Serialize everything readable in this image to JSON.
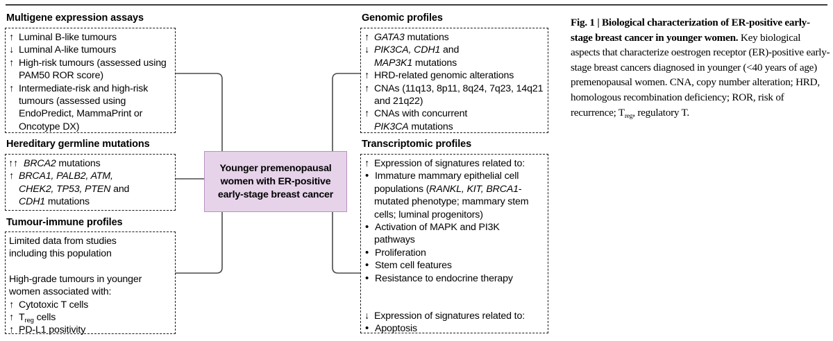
{
  "figure": {
    "centre_node": "Younger premenopausal women with ER-positive early-stage breast cancer",
    "colors": {
      "centre_fill": "#e6d3ea",
      "centre_border": "#b98fc4",
      "box_border": "#1a1a1a",
      "rule": "#3d3d3d",
      "text": "#000000"
    }
  },
  "left_column": [
    {
      "title": "Multigene expression assays",
      "rows": [
        {
          "mark": "↑",
          "text": "Luminal B-like tumours"
        },
        {
          "mark": "↓",
          "text": "Luminal A-like tumours"
        },
        {
          "mark": "↑",
          "text": "High-risk tumours (assessed using"
        },
        {
          "mark": "",
          "text": "PAM50 ROR score)"
        },
        {
          "mark": "↑",
          "text": "Intermediate-risk and high-risk"
        },
        {
          "mark": "",
          "text": "tumours (assessed using"
        },
        {
          "mark": "",
          "text": "EndoPredict, MammaPrint or"
        },
        {
          "mark": "",
          "text": "Oncotype DX)"
        }
      ]
    },
    {
      "title": "Hereditary germline mutations",
      "rows": [
        {
          "mark": "↑↑",
          "text": "BRCA2 mutations",
          "italic_prefix": "BRCA2",
          "rest": " mutations"
        },
        {
          "mark": "↑",
          "text": "BRCA1, PALB2, ATM,",
          "all_italic": true
        },
        {
          "mark": "",
          "text": "CHEK2, TP53, PTEN and",
          "italic_prefix": "CHEK2, TP53, PTEN",
          "rest": " and"
        },
        {
          "mark": "",
          "text": "CDH1 mutations",
          "italic_prefix": "CDH1",
          "rest": " mutations"
        }
      ]
    },
    {
      "title": "Tumour-immune profiles",
      "rows": [
        {
          "mark": "",
          "text": "Limited data from studies"
        },
        {
          "mark": "",
          "text": "including this population"
        },
        {
          "mark": "",
          "text": ""
        },
        {
          "mark": "",
          "text": "High-grade tumours in younger"
        },
        {
          "mark": "",
          "text": "women associated with:"
        },
        {
          "mark": "↑",
          "text": "Cytotoxic T cells"
        },
        {
          "mark": "↑",
          "text": "Treg cells",
          "subscript": {
            "base": "T",
            "sub": "reg",
            "after": " cells"
          }
        },
        {
          "mark": "↑",
          "text": "PD-L1 positivity"
        }
      ]
    }
  ],
  "right_column": [
    {
      "title": "Genomic profiles",
      "rows": [
        {
          "mark": "↑",
          "text": "GATA3 mutations",
          "italic_prefix": "GATA3",
          "rest": " mutations"
        },
        {
          "mark": "↓",
          "text": "PIK3CA, CDH1 and",
          "italic_prefix": "PIK3CA, CDH1",
          "rest": " and"
        },
        {
          "mark": "",
          "text": "MAP3K1 mutations",
          "italic_prefix": "MAP3K1",
          "rest": " mutations"
        },
        {
          "mark": "↑",
          "text": "HRD-related genomic alterations"
        },
        {
          "mark": "↑",
          "text": "CNAs (11q13, 8p11, 8q24, 7q23, 14q21"
        },
        {
          "mark": "",
          "text": "and 21q22)"
        },
        {
          "mark": "↑",
          "text": "CNAs with concurrent"
        },
        {
          "mark": "",
          "text": "PIK3CA mutations",
          "italic_prefix": "PIK3CA",
          "rest": " mutations"
        }
      ]
    },
    {
      "title": "Transcriptomic profiles",
      "rows": [
        {
          "mark": "↑",
          "text": "Expression of signatures related to:"
        },
        {
          "mark": "•",
          "text": "Immature mammary epithelial cell"
        },
        {
          "mark": "",
          "text": "populations (RANKL, KIT, BRCA1-",
          "italic_mid": true
        },
        {
          "mark": "",
          "text": "mutated phenotype; mammary stem"
        },
        {
          "mark": "",
          "text": "cells; luminal progenitors)"
        },
        {
          "mark": "•",
          "text": "Activation of MAPK and PI3K"
        },
        {
          "mark": "",
          "text": "pathways"
        },
        {
          "mark": "•",
          "text": "Proliferation"
        },
        {
          "mark": "•",
          "text": "Stem cell features"
        },
        {
          "mark": "•",
          "text": "Resistance to endocrine therapy"
        },
        {
          "mark": "",
          "text": ""
        },
        {
          "mark": "",
          "text": ""
        },
        {
          "mark": "↓",
          "text": "Expression of signatures related to:"
        },
        {
          "mark": "•",
          "text": "Apoptosis"
        }
      ]
    }
  ],
  "caption": {
    "label": "Fig. 1 | ",
    "title": "Biological characterization of ER-positive early-stage breast cancer in younger women.",
    "body_1": " Key biological aspects that characterize oestrogen receptor (ER)-positive early-stage breast cancers diagnosed in younger (<40 years of age) premenopausal women. CNA, copy number alteration; HRD, homologous recombination deficiency; ROR, risk of recurrence; T",
    "body_sub": "reg",
    "body_2": ", regulatory T."
  }
}
